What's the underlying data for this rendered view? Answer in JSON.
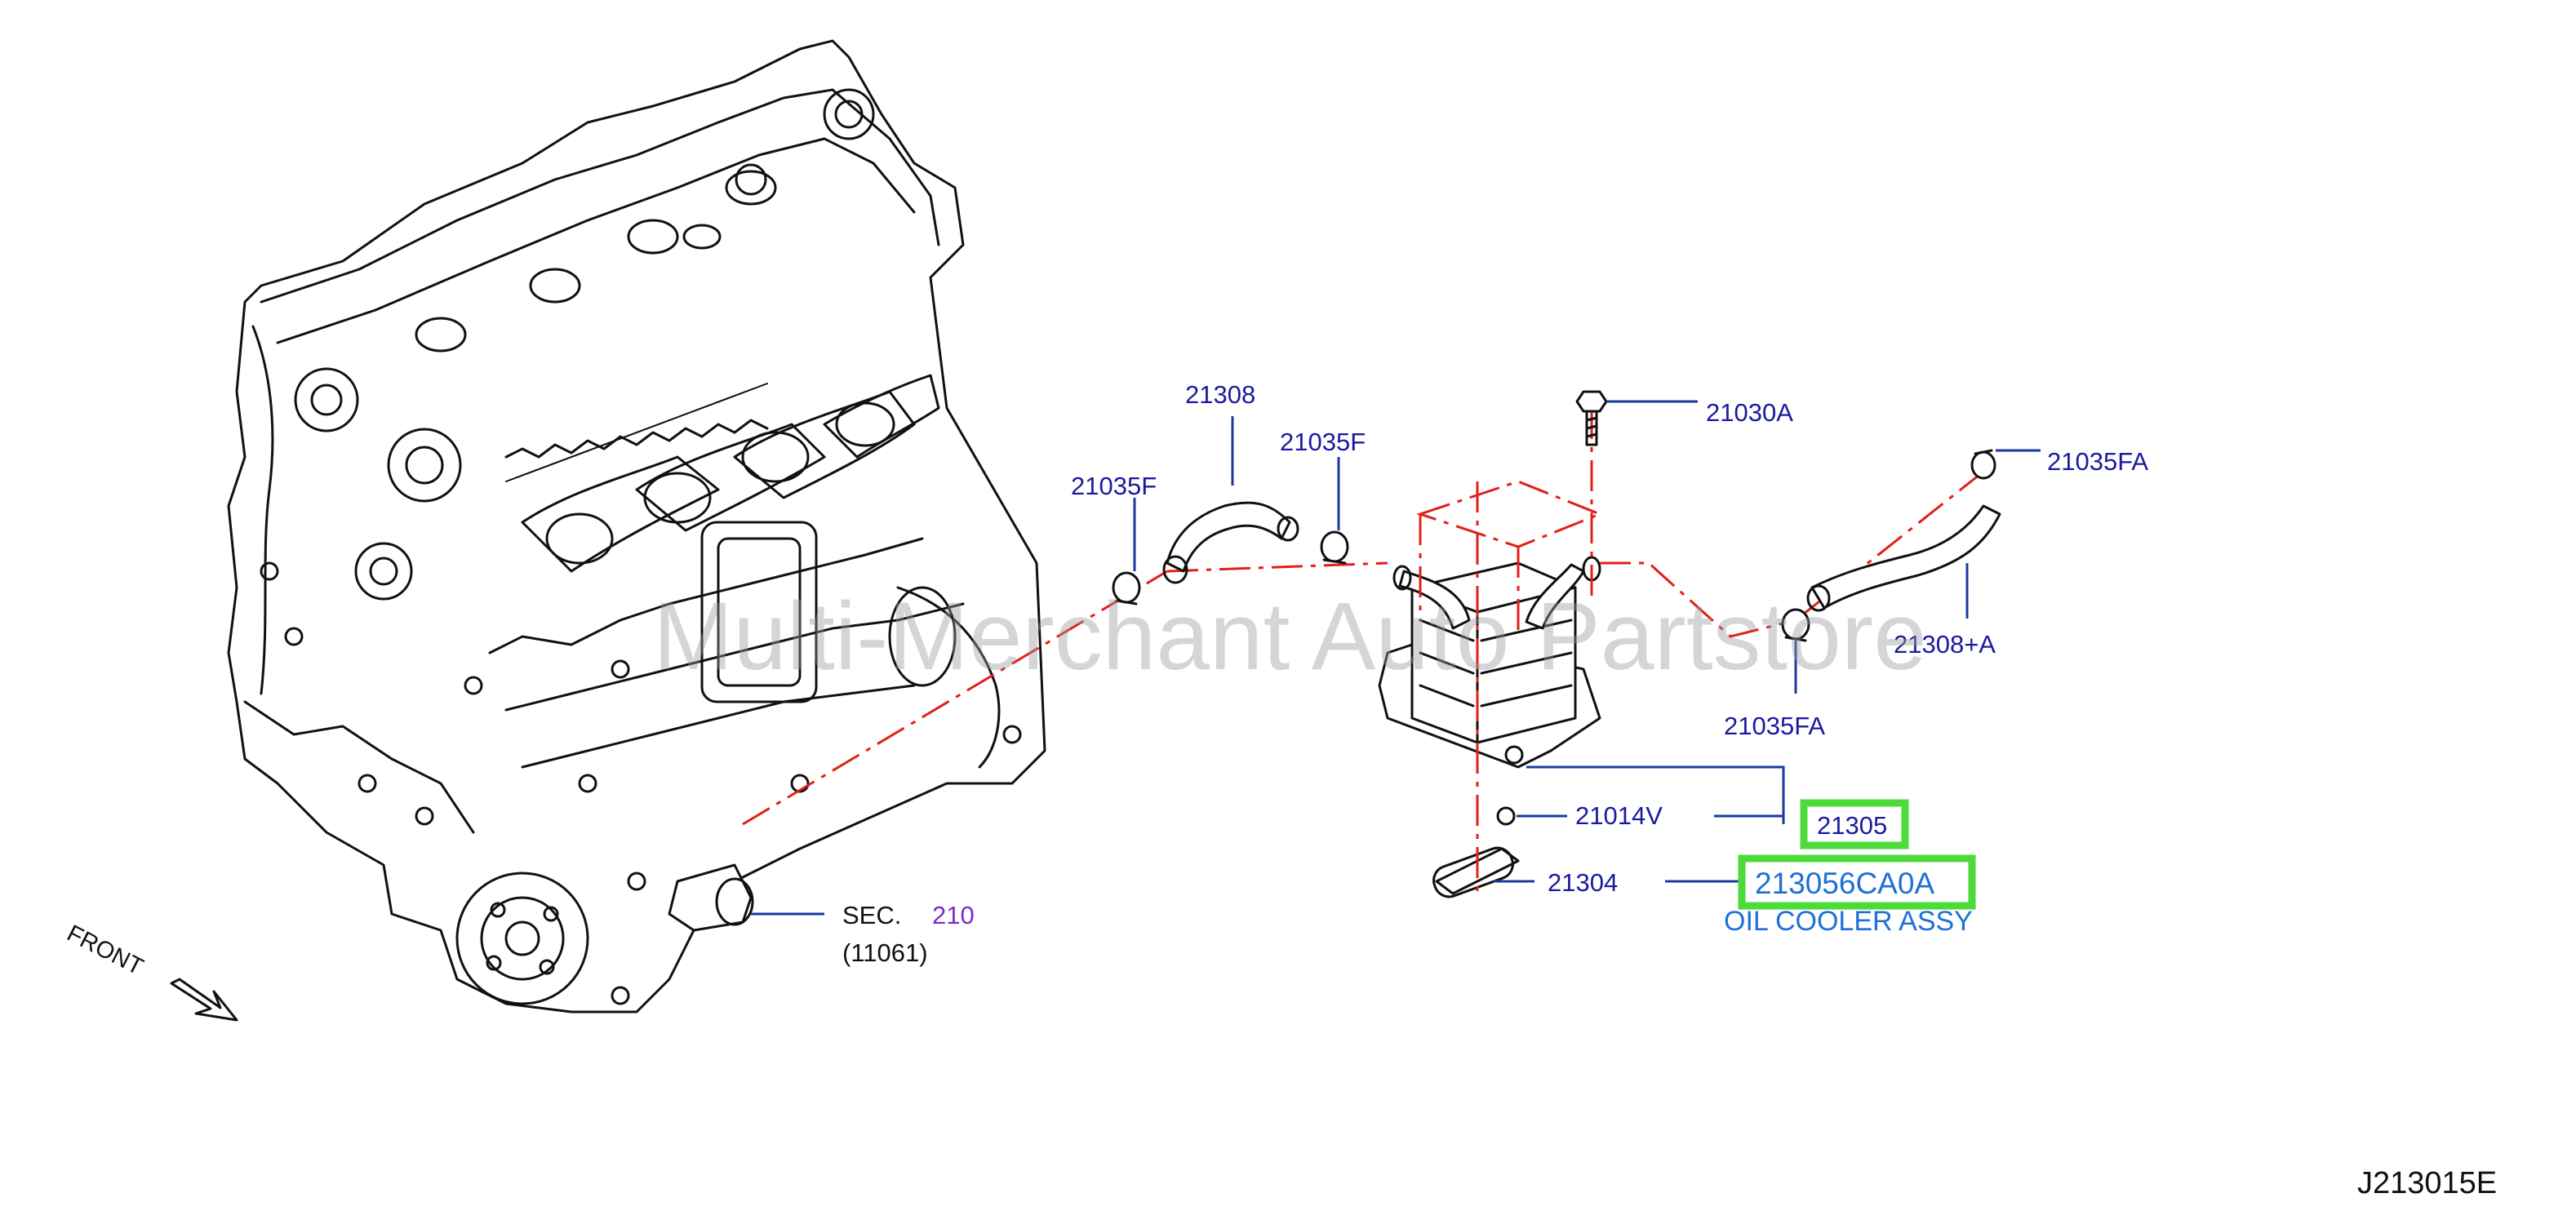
{
  "parts": {
    "p21308": "21308",
    "p21035F_left": "21035F",
    "p21035F_right": "21035F",
    "p21030A": "21030A",
    "p21035FA_top": "21035FA",
    "p21308A": "21308+A",
    "p21035FA_bottom": "21035FA",
    "p21014V": "21014V",
    "p21305": "21305",
    "p21304": "21304",
    "p213056CA0A": "213056CA0A",
    "assy_label": "OIL COOLER ASSY",
    "sec_label": "SEC.",
    "sec_number": "210",
    "sec_ref": "(11061)"
  },
  "front_label": "FRONT",
  "diagram_code": "J213015E",
  "watermark": "Multi-Merchant Auto Partstore",
  "colors": {
    "callout_text": "#1a1aa0",
    "assy_text": "#1f6fd6",
    "sec_number": "#7a2bc8",
    "highlight": "#4ddb3a",
    "centerline": "#e0201a"
  },
  "icons": {
    "front_arrow": "front-arrow-icon"
  }
}
